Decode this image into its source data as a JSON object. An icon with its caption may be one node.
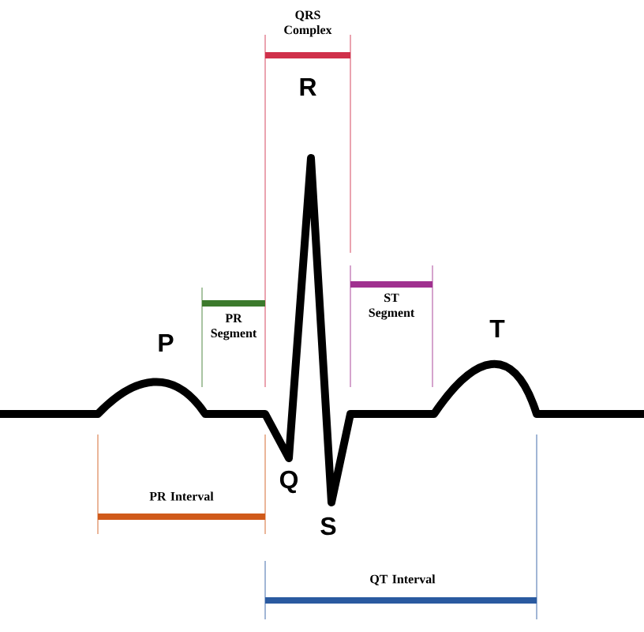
{
  "diagram": {
    "labels": [
      "QRS Complex",
      "R",
      "PR Segment",
      "ST Segment",
      "P",
      "T",
      "Q",
      "S",
      "PR Interval",
      "QT Interval"
    ]
  }
}
